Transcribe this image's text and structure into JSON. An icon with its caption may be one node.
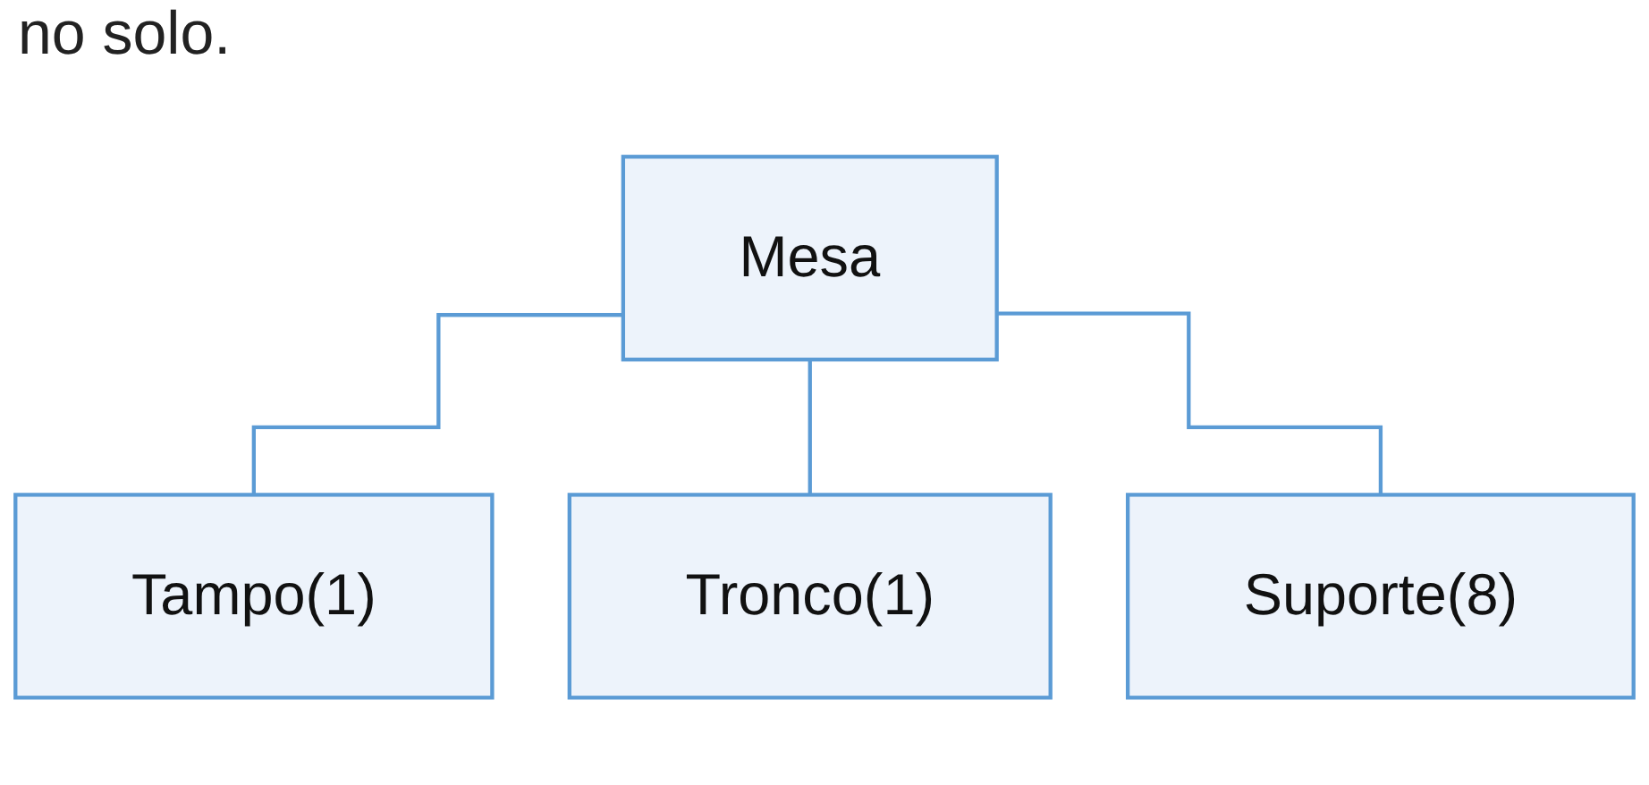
{
  "diagram": {
    "nodes": [
      {
        "text": [
          "Mesa"
        ]
      },
      {
        "text": [
          "Tampo(1)"
        ]
      },
      {
        "text": [
          "Tronco(1)"
        ]
      },
      {
        "text": [
          "Suporte(8)"
        ]
      }
    ],
    "edges": [
      {
        "from": 0,
        "to": 1,
        "arrow": "none"
      },
      {
        "from": 0,
        "to": 2,
        "arrow": "none"
      },
      {
        "from": 0,
        "to": 3,
        "arrow": "none"
      }
    ],
    "labels": [
      "no solo."
    ]
  }
}
